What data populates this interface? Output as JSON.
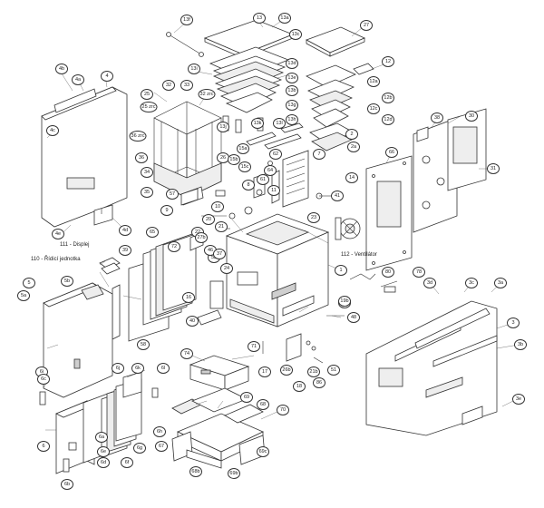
{
  "part_labels": [
    {
      "id": "13f"
    },
    {
      "id": "13"
    },
    {
      "id": "13a"
    },
    {
      "id": "13c"
    },
    {
      "id": "27"
    },
    {
      "id": "12"
    },
    {
      "id": "12a"
    },
    {
      "id": "12b"
    },
    {
      "id": "12c"
    },
    {
      "id": "12d"
    },
    {
      "id": "13d"
    },
    {
      "id": "13e"
    },
    {
      "id": "13b"
    },
    {
      "id": "13g"
    },
    {
      "id": "13h"
    },
    {
      "id": "13i"
    },
    {
      "id": "13j"
    },
    {
      "id": "13k"
    },
    {
      "id": "13l"
    },
    {
      "id": "2"
    },
    {
      "id": "2a"
    },
    {
      "id": "7"
    },
    {
      "id": "14"
    },
    {
      "id": "66"
    },
    {
      "id": "38"
    },
    {
      "id": "30"
    },
    {
      "id": "31"
    },
    {
      "id": "4b"
    },
    {
      "id": "4a"
    },
    {
      "id": "4"
    },
    {
      "id": "4c"
    },
    {
      "id": "4e"
    },
    {
      "id": "4d"
    },
    {
      "id": "25"
    },
    {
      "id": "32"
    },
    {
      "id": "33"
    },
    {
      "id": "32 zrc"
    },
    {
      "id": "25 zrc"
    },
    {
      "id": "26"
    },
    {
      "id": "36 zrc"
    },
    {
      "id": "36"
    },
    {
      "id": "34"
    },
    {
      "id": "35"
    },
    {
      "id": "15b"
    },
    {
      "id": "15a"
    },
    {
      "id": "15c"
    },
    {
      "id": "62"
    },
    {
      "id": "64"
    },
    {
      "id": "57"
    },
    {
      "id": "8"
    },
    {
      "id": "61"
    },
    {
      "id": "11"
    },
    {
      "id": "41"
    },
    {
      "id": "9"
    },
    {
      "id": "10"
    },
    {
      "id": "19"
    },
    {
      "id": "20"
    },
    {
      "id": "21"
    },
    {
      "id": "22"
    },
    {
      "id": "23"
    },
    {
      "id": "1"
    },
    {
      "id": "52"
    },
    {
      "id": "46"
    },
    {
      "id": "27b"
    },
    {
      "id": "24"
    },
    {
      "id": "37"
    },
    {
      "id": "65"
    },
    {
      "id": "72"
    },
    {
      "id": "39"
    },
    {
      "id": "16"
    },
    {
      "id": "40"
    },
    {
      "id": "58"
    },
    {
      "id": "80"
    },
    {
      "id": "78"
    },
    {
      "id": "3d"
    },
    {
      "id": "3c"
    },
    {
      "id": "3a"
    },
    {
      "id": "3"
    },
    {
      "id": "3b"
    },
    {
      "id": "3e"
    },
    {
      "id": "5"
    },
    {
      "id": "5b"
    },
    {
      "id": "5a"
    },
    {
      "id": "19b"
    },
    {
      "id": "48"
    },
    {
      "id": "71"
    },
    {
      "id": "74"
    },
    {
      "id": "17"
    },
    {
      "id": "26b"
    },
    {
      "id": "18"
    },
    {
      "id": "21b"
    },
    {
      "id": "86"
    },
    {
      "id": "51"
    },
    {
      "id": "6i"
    },
    {
      "id": "6j"
    },
    {
      "id": "6k"
    },
    {
      "id": "6l"
    },
    {
      "id": "6a"
    },
    {
      "id": "6e"
    },
    {
      "id": "6f"
    },
    {
      "id": "6g"
    },
    {
      "id": "6h"
    },
    {
      "id": "6"
    },
    {
      "id": "6b"
    },
    {
      "id": "6d"
    },
    {
      "id": "6c"
    },
    {
      "id": "69"
    },
    {
      "id": "68"
    },
    {
      "id": "70"
    },
    {
      "id": "67"
    },
    {
      "id": "68b"
    },
    {
      "id": "69b"
    },
    {
      "id": "69c"
    }
  ],
  "notes": {
    "display": "111 - Displej",
    "control_unit": "110 - Řídicí jednotka",
    "fan": "112 - Ventilátor"
  }
}
